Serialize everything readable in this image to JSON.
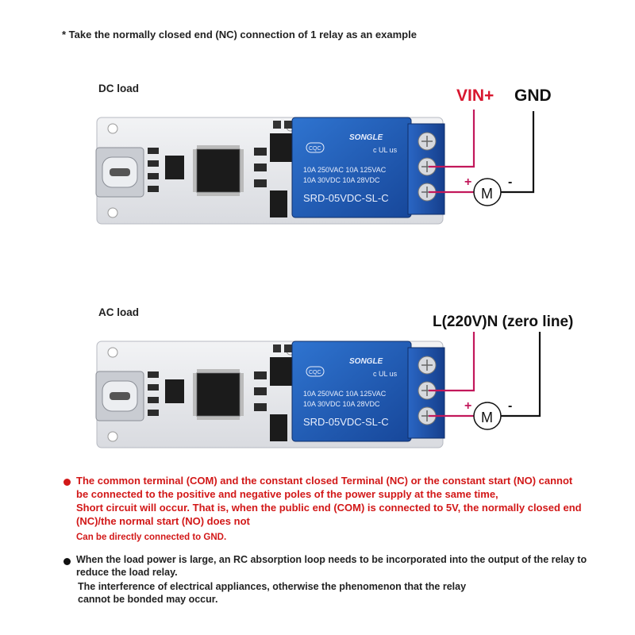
{
  "top_note": "* Take the normally closed end (NC) connection of 1 relay as an example",
  "dc_section": {
    "label": "DC load",
    "vin_label": "VIN+",
    "gnd_label": "GND"
  },
  "ac_section": {
    "label": "AC load",
    "line_label": "L(220V)N (zero line)"
  },
  "relay": {
    "brand": "SONGLE",
    "rating_1": "10A 250VAC  10A 125VAC",
    "rating_2": "10A 30VDC   10A 28VDC",
    "model": "SRD-05VDC-SL-C",
    "cqc": "CQC",
    "ul": "c UL us"
  },
  "load": {
    "motor_symbol": "M",
    "plus": "+",
    "minus": "-"
  },
  "warning": {
    "line1": "The common terminal (COM) and the constant closed Terminal (NC) or the constant start (NO) cannot be connected to the positive and negative poles of the power supply at the same time,",
    "line2": "Short circuit will occur. That is, when the public end (COM) is connected to 5V, the normally closed end (NC)/the normal start (NO) does not",
    "line3": "Can be directly connected to GND."
  },
  "info": {
    "line1": "When the load power is large, an RC absorption loop needs to be incorporated into the output of the relay to reduce the load relay.",
    "line2": "The interference of electrical appliances, otherwise the phenomenon that the relay cannot be bonded may occur."
  },
  "colors": {
    "warning_red": "#d21818",
    "vin_red": "#d8172f",
    "relay_blue": "#1f5fb8",
    "wire_pink": "#c2185b",
    "terminal_blue": "#1c56b0"
  }
}
